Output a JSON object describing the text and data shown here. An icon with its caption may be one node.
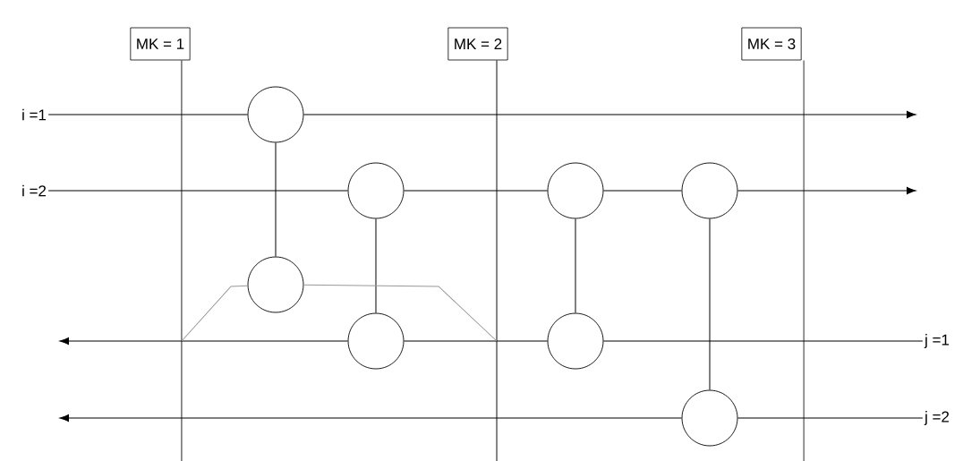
{
  "diagram": {
    "nodes": [
      {
        "text": [
          "MK = 1"
        ]
      },
      {
        "text": [
          "MK = 2"
        ]
      },
      {
        "text": [
          "MK = 3"
        ]
      },
      {
        "text": [
          "i =1"
        ]
      },
      {
        "text": [],
        "shape": "circle"
      },
      {
        "text": [
          "i =2"
        ]
      },
      {
        "text": [],
        "shape": "circle"
      },
      {
        "text": [],
        "shape": "circle"
      },
      {
        "text": [],
        "shape": "circle"
      },
      {
        "text": [],
        "shape": "circle"
      },
      {
        "text": [],
        "shape": "circle"
      },
      {
        "text": [],
        "shape": "circle"
      },
      {
        "text": [
          "j =1"
        ]
      },
      {
        "text": [],
        "shape": "circle"
      },
      {
        "text": [
          "j =2"
        ]
      }
    ],
    "edges": [
      {
        "from": 0,
        "to": null,
        "arrow": "none"
      },
      {
        "from": 1,
        "to": null,
        "arrow": "none"
      },
      {
        "from": 2,
        "to": null,
        "arrow": "none"
      },
      {
        "from": 3,
        "to": 4,
        "arrow": "none"
      },
      {
        "from": 4,
        "to": null,
        "arrow": "to"
      },
      {
        "from": 5,
        "to": 6,
        "arrow": "none"
      },
      {
        "from": 6,
        "to": 7,
        "arrow": "none"
      },
      {
        "from": 7,
        "to": 8,
        "arrow": "none"
      },
      {
        "from": 8,
        "to": null,
        "arrow": "to"
      },
      {
        "from": 12,
        "to": 11,
        "arrow": "none"
      },
      {
        "from": 11,
        "to": 10,
        "arrow": "none"
      },
      {
        "from": 10,
        "to": null,
        "arrow": "to"
      },
      {
        "from": 14,
        "to": 13,
        "arrow": "none"
      },
      {
        "from": 13,
        "to": null,
        "arrow": "to"
      },
      {
        "from": 4,
        "to": 9,
        "arrow": "none"
      },
      {
        "from": 6,
        "to": 10,
        "arrow": "none"
      },
      {
        "from": 7,
        "to": 11,
        "arrow": "none"
      },
      {
        "from": 8,
        "to": 13,
        "arrow": "none"
      },
      {
        "from": null,
        "to": 9,
        "arrow": "none",
        "color": "#999999"
      },
      {
        "from": 9,
        "to": null,
        "arrow": "none",
        "color": "#999999"
      }
    ]
  }
}
